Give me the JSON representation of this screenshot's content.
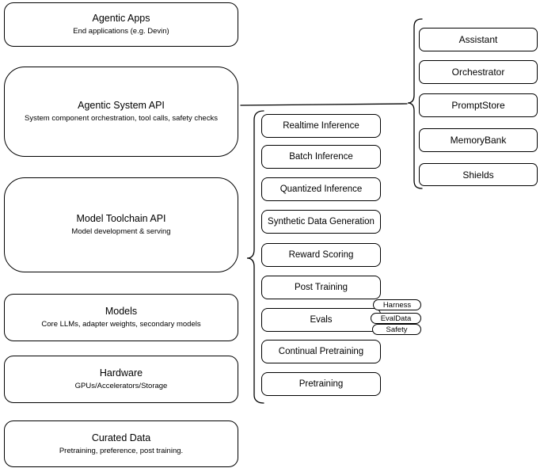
{
  "diagram": {
    "colors": {
      "stroke": "#000000",
      "background": "#ffffff",
      "text": "#000000"
    },
    "left_column": [
      {
        "title": "Agentic Apps",
        "subtitle": "End applications (e.g. Devin)"
      },
      {
        "title": "Agentic System API",
        "subtitle": "System component orchestration, tool calls, safety checks"
      },
      {
        "title": "Model Toolchain API",
        "subtitle": "Model development & serving"
      },
      {
        "title": "Models",
        "subtitle": "Core LLMs, adapter weights, secondary models"
      },
      {
        "title": "Hardware",
        "subtitle": "GPUs/Accelerators/Storage"
      },
      {
        "title": "Curated Data",
        "subtitle": "Pretraining, preference, post training."
      }
    ],
    "toolchain_items": [
      "Realtime Inference",
      "Batch Inference",
      "Quantized Inference",
      "Synthetic Data Generation",
      "Reward Scoring",
      "Post Training",
      "Evals",
      "Continual Pretraining",
      "Pretraining"
    ],
    "evals_tags": [
      "Harness",
      "EvalData",
      "Safety"
    ],
    "system_components": [
      "Assistant",
      "Orchestrator",
      "PromptStore",
      "MemoryBank",
      "Shields"
    ]
  }
}
